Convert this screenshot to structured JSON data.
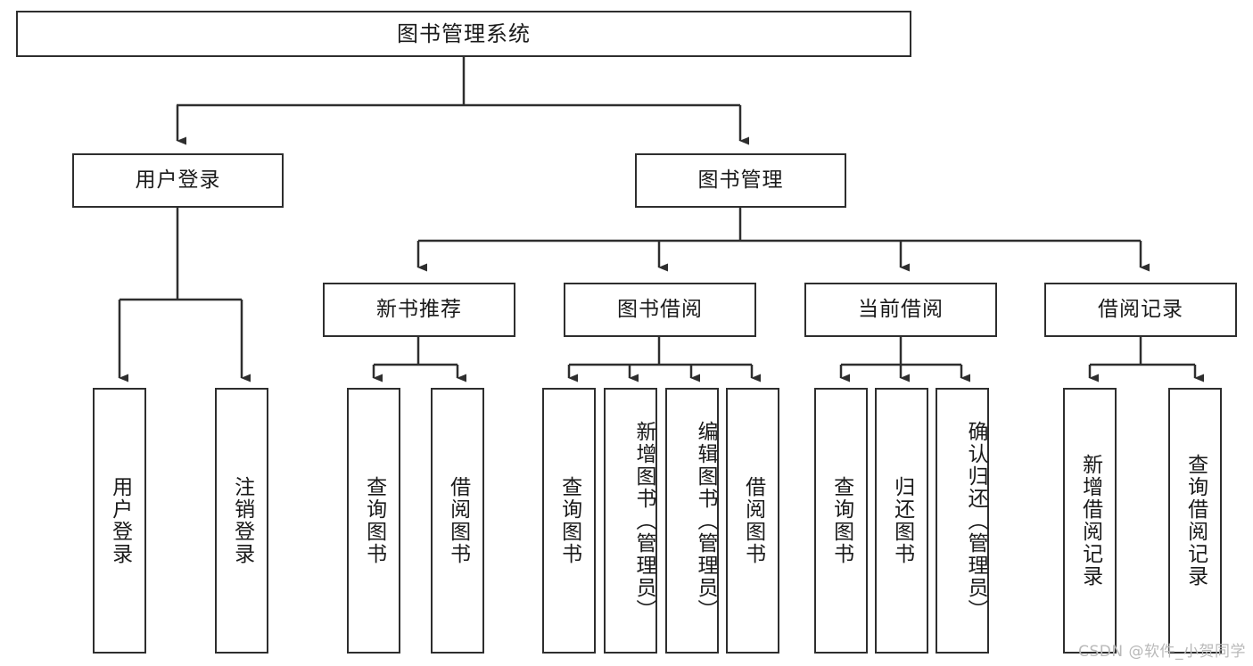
{
  "diagram": {
    "title": "图书管理系统",
    "watermark": "CSDN @软件_小贺同学",
    "line_color": "#2e2e2e",
    "box_border_color": "#2e2e2e",
    "box_fill_color": "#ffffff",
    "background_color": "#ffffff",
    "watermark_color": "#b9b9b9"
  },
  "nodes": {
    "root": {
      "label": "图书管理系统"
    },
    "level2": [
      {
        "label": "用户登录"
      },
      {
        "label": "图书管理"
      }
    ],
    "level3": [
      {
        "label": "新书推荐"
      },
      {
        "label": "图书借阅"
      },
      {
        "label": "当前借阅"
      },
      {
        "label": "借阅记录"
      }
    ],
    "leaves": {
      "user_login": [
        {
          "label": "用户登录"
        },
        {
          "label": "注销登录"
        }
      ],
      "new_book": [
        {
          "label": "查询图书"
        },
        {
          "label": "借阅图书"
        }
      ],
      "book_borrow": [
        {
          "label": "查询图书"
        },
        {
          "label": "新增图书（管理员）"
        },
        {
          "label": "编辑图书（管理员）"
        },
        {
          "label": "借阅图书"
        }
      ],
      "current_borrow": [
        {
          "label": "查询图书"
        },
        {
          "label": "归还图书"
        },
        {
          "label": "确认归还（管理员）"
        }
      ],
      "borrow_record": [
        {
          "label": "新增借阅记录"
        },
        {
          "label": "查询借阅记录"
        }
      ]
    }
  }
}
